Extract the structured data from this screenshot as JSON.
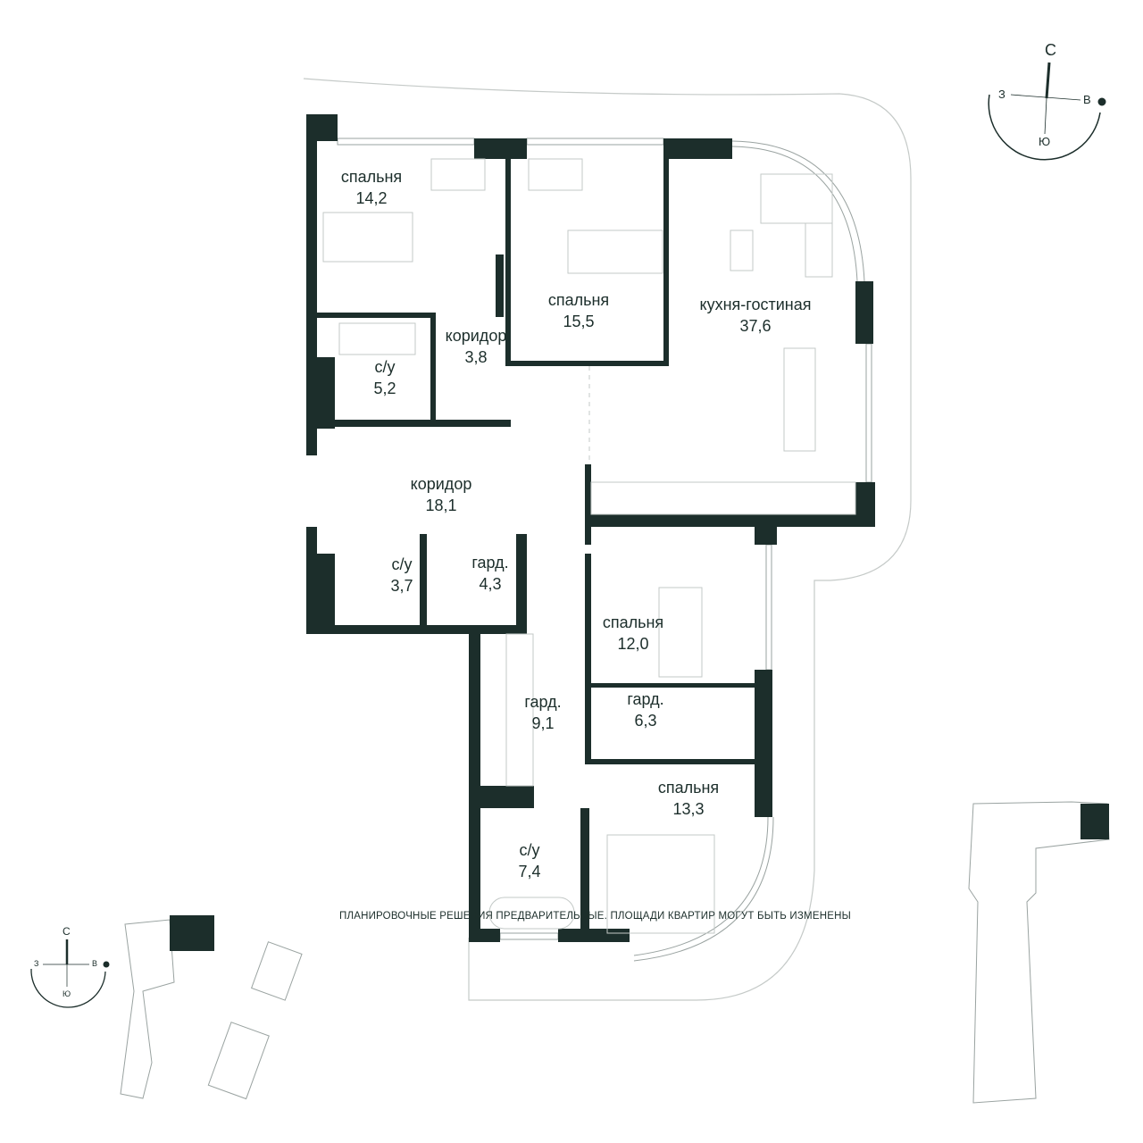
{
  "rooms": [
    {
      "name": "спальня",
      "area": "14,2"
    },
    {
      "name": "спальня",
      "area": "15,5"
    },
    {
      "name": "кухня-гостиная",
      "area": "37,6"
    },
    {
      "name": "коридор",
      "area": "3,8"
    },
    {
      "name": "с/у",
      "area": "5,2"
    },
    {
      "name": "коридор",
      "area": "18,1"
    },
    {
      "name": "с/у",
      "area": "3,7"
    },
    {
      "name": "гард.",
      "area": "4,3"
    },
    {
      "name": "спальня",
      "area": "12,0"
    },
    {
      "name": "гард.",
      "area": "6,3"
    },
    {
      "name": "гард.",
      "area": "9,1"
    },
    {
      "name": "спальня",
      "area": "13,3"
    },
    {
      "name": "с/у",
      "area": "7,4"
    }
  ],
  "compass": {
    "north": "С",
    "west": "З",
    "east": "В",
    "south": "Ю"
  },
  "footer": "ПЛАНИРОВОЧНЫЕ РЕШЕНИЯ ПРЕДВАРИТЕЛЬНЫЕ. ПЛОЩАДИ КВАРТИР МОГУТ БЫТЬ ИЗМЕНЕНЫ",
  "colors": {
    "wall": "#1c2e2b",
    "line": "#b9c0be"
  }
}
